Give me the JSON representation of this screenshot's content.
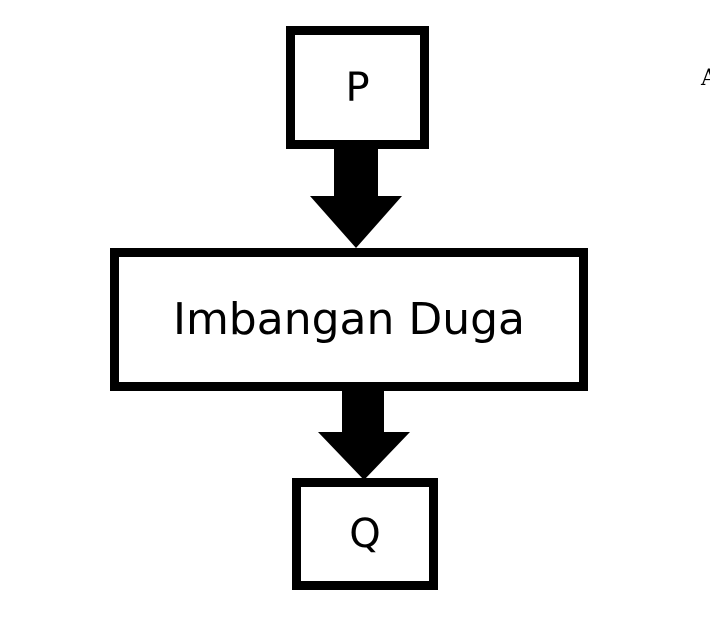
{
  "diagram": {
    "nodes": [
      {
        "id": "p",
        "label": "P"
      },
      {
        "id": "process",
        "label": "Imbangan Duga"
      },
      {
        "id": "q",
        "label": "Q"
      }
    ],
    "edges": [
      {
        "from": "p",
        "to": "process"
      },
      {
        "from": "process",
        "to": "q"
      }
    ],
    "edge_mark": "A"
  },
  "colors": {
    "stroke": "#000000",
    "fill": "#ffffff"
  }
}
